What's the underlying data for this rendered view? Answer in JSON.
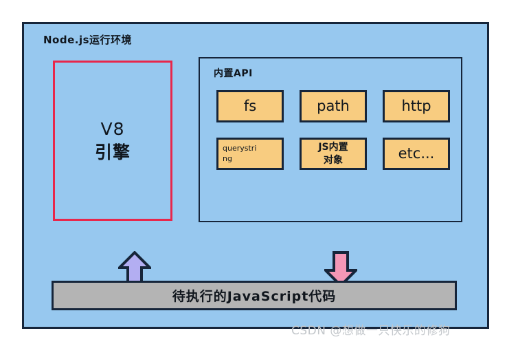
{
  "diagram": {
    "runtime": {
      "title": "Node.js运行环境",
      "background_color": "#97c8ef",
      "border_color": "#16253a"
    },
    "v8": {
      "line1": "V8",
      "line2": "引擎",
      "border_color": "#e8274b"
    },
    "api_panel": {
      "title": "内置API",
      "border_color": "#16253a",
      "item_fill_color": "#f8cc80",
      "items": [
        {
          "label": "fs",
          "size": "lg"
        },
        {
          "label": "path",
          "size": "lg"
        },
        {
          "label": "http",
          "size": "lg"
        },
        {
          "label": "querystri\nng",
          "size": "sm"
        },
        {
          "label": "JS内置\n对象",
          "size": "md"
        },
        {
          "label": "etc...",
          "size": "lg"
        }
      ]
    },
    "arrows": {
      "up": {
        "name": "arrow-up-icon",
        "fill_color": "#b3aef2",
        "border_color": "#16253a"
      },
      "down": {
        "name": "arrow-down-icon",
        "fill_color": "#f497b6",
        "border_color": "#16253a"
      }
    },
    "code_bar": {
      "label": "待执行的JavaScript代码",
      "fill_color": "#b4b4b4",
      "border_color": "#16253a"
    },
    "watermark": {
      "text": "CSDN @想做一只快乐的修狗",
      "color": "#c3c7cb"
    }
  }
}
